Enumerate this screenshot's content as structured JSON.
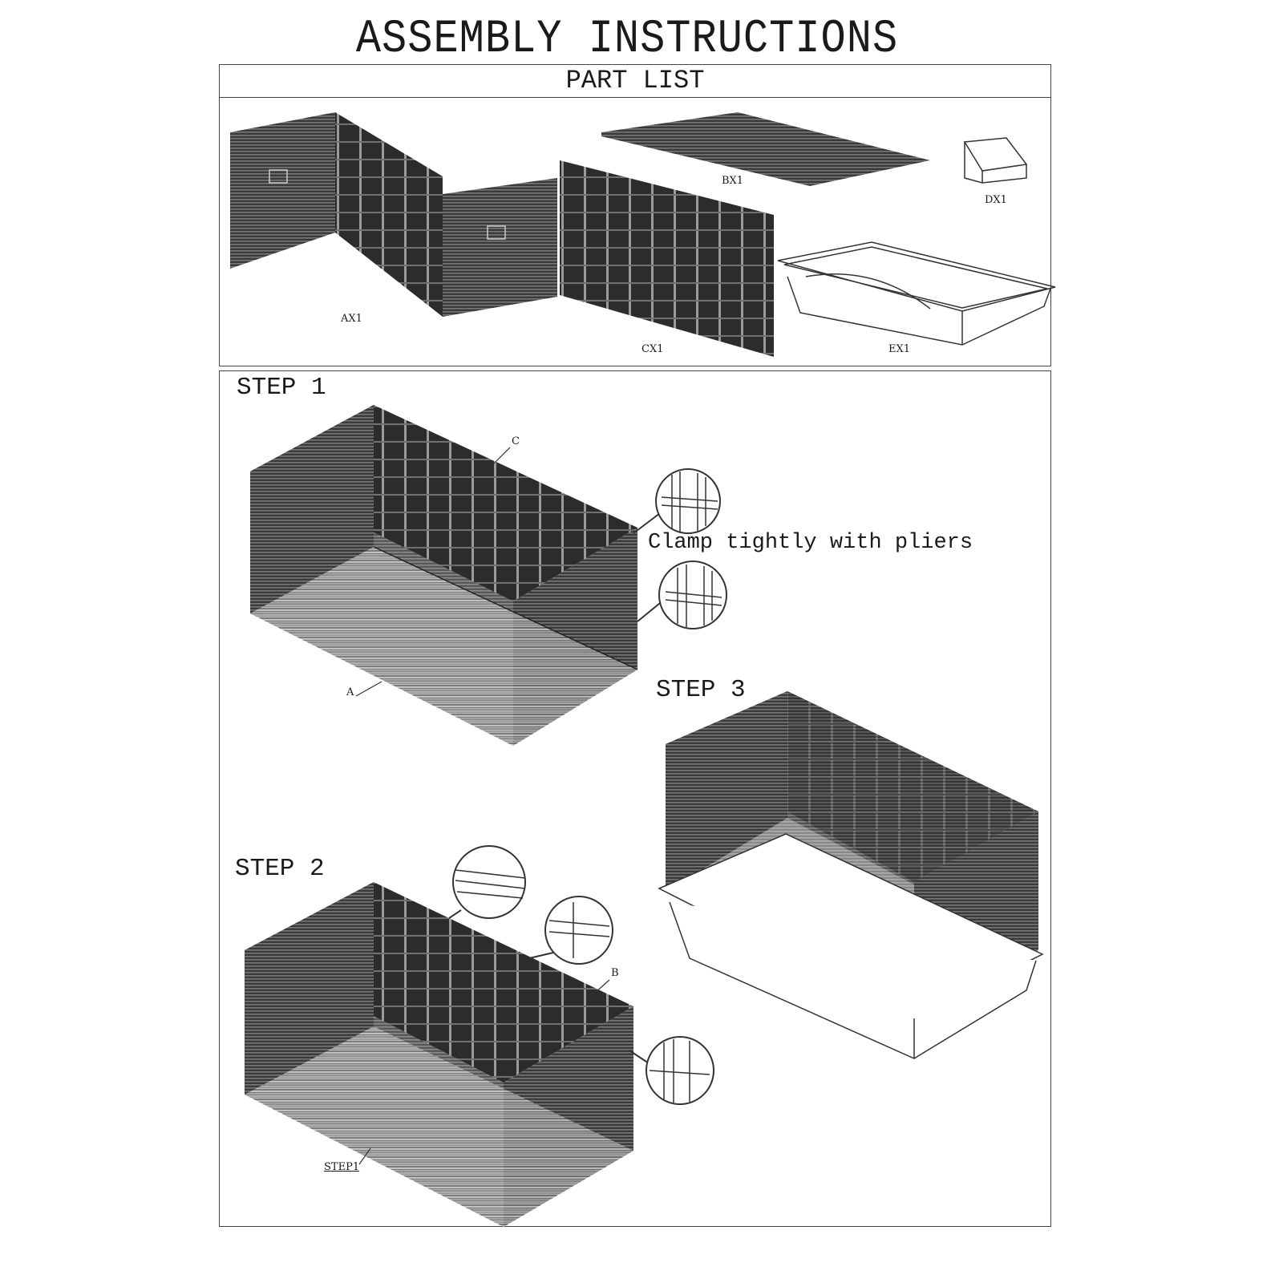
{
  "title": "ASSEMBLY INSTRUCTIONS",
  "part_list": {
    "header": "PART LIST",
    "parts": [
      "AX1",
      "BX1",
      "CX1",
      "DX1",
      "EX1"
    ]
  },
  "steps": {
    "step1": {
      "title": "STEP 1",
      "labels": [
        "C",
        "A"
      ],
      "note": "Clamp tightly with pliers"
    },
    "step2": {
      "title": "STEP 2",
      "labels": [
        "B",
        "STEP1"
      ]
    },
    "step3": {
      "title": "STEP 3"
    }
  }
}
